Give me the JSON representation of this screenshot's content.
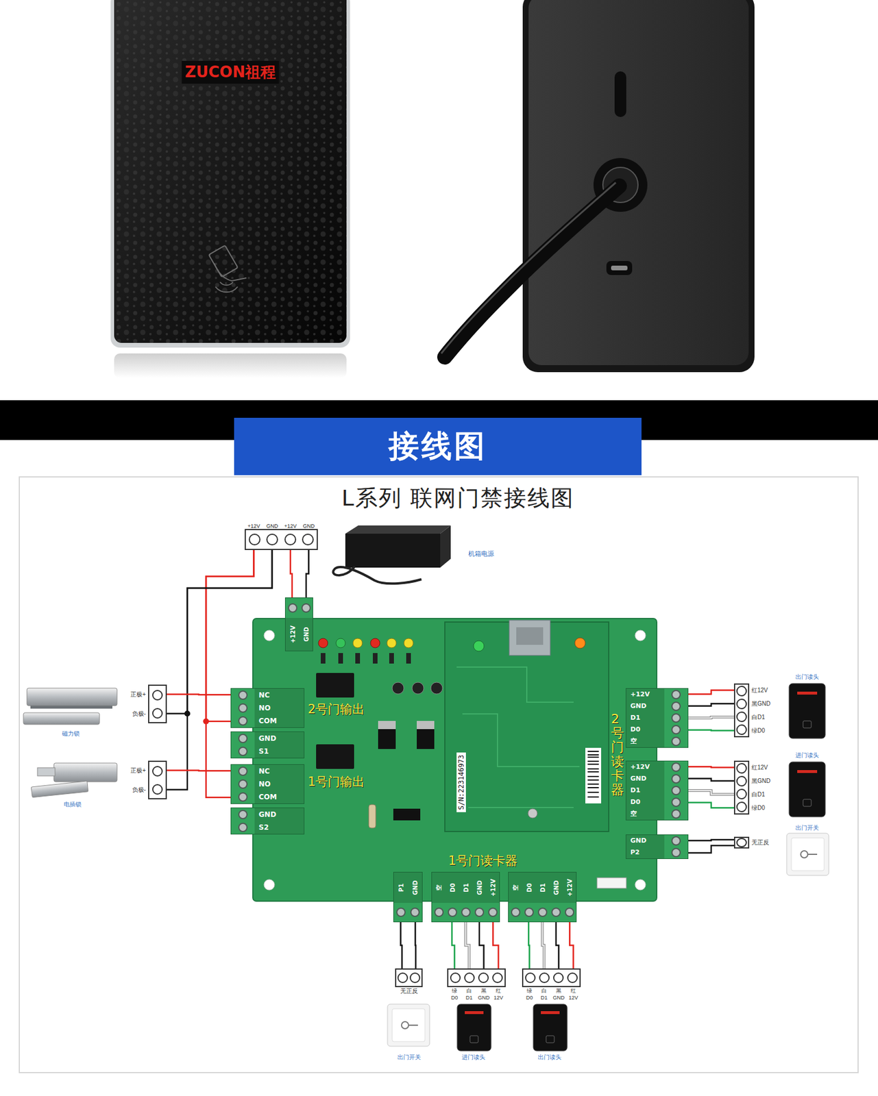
{
  "diagram": {
    "title": "L系列 联网门禁接线图",
    "nodes": [
      {
        "text": [
          "ZUCON祖程"
        ]
      },
      {
        "text": [
          "接线图"
        ]
      },
      {
        "text": [
          "+12V",
          "GND",
          "+12V",
          "GND"
        ]
      },
      {
        "text": [
          "机箱电源"
        ]
      },
      {
        "text": [
          "2号门输出",
          "1号门输出",
          "2号门读卡器",
          "1号门读卡器",
          "S/N:223146973"
        ]
      },
      {
        "text": [
          "+12V",
          "GND"
        ],
        "in": 4
      },
      {
        "text": [
          "NC",
          "NO",
          "COM"
        ],
        "in": 4
      },
      {
        "text": [
          "GND",
          "S1"
        ],
        "in": 4
      },
      {
        "text": [
          "NC",
          "NO",
          "COM"
        ],
        "in": 4
      },
      {
        "text": [
          "GND",
          "S2"
        ],
        "in": 4
      },
      {
        "text": [
          "+12V",
          "GND",
          "D1",
          "D0",
          "空"
        ],
        "in": 4
      },
      {
        "text": [
          "+12V",
          "GND",
          "D1",
          "D0",
          "空"
        ],
        "in": 4
      },
      {
        "text": [
          "GND",
          "P2"
        ],
        "in": 4
      },
      {
        "text": [
          "P1",
          "GND"
        ],
        "in": 4
      },
      {
        "text": [
          "空",
          "D0",
          "D1",
          "GND",
          "+12V"
        ],
        "in": 4
      },
      {
        "text": [
          "空",
          "D0",
          "D1",
          "GND",
          "+12V"
        ],
        "in": 4
      },
      {
        "text": [
          "正极+",
          "负极-"
        ]
      },
      {
        "text": [
          "磁力锁"
        ]
      },
      {
        "text": [
          "正极+",
          "负极-"
        ]
      },
      {
        "text": [
          "电插锁"
        ]
      },
      {
        "text": [
          "红12V",
          "黑GND",
          "白D1",
          "绿D0"
        ]
      },
      {
        "text": [
          "出门读头"
        ]
      },
      {
        "text": [
          "红12V",
          "黑GND",
          "白D1",
          "绿D0"
        ]
      },
      {
        "text": [
          "进门读头"
        ]
      },
      {
        "text": [
          "无正反"
        ]
      },
      {
        "text": [
          "出门开关"
        ]
      },
      {
        "text": [
          "无正反"
        ]
      },
      {
        "text": [
          "出门开关"
        ]
      },
      {
        "text": [
          "绿",
          "白",
          "黑",
          "红",
          "D0",
          "D1",
          "GND",
          "12V"
        ]
      },
      {
        "text": [
          "进门读头"
        ]
      },
      {
        "text": [
          "绿",
          "白",
          "黑",
          "红",
          "D0",
          "D1",
          "GND",
          "12V"
        ]
      },
      {
        "text": [
          "出门读头"
        ]
      }
    ],
    "edges": [
      {
        "from": 2,
        "to": 5,
        "arrow": "none"
      },
      {
        "from": 2,
        "to": 6,
        "arrow": "none"
      },
      {
        "from": 2,
        "to": 8,
        "arrow": "none"
      },
      {
        "from": 2,
        "to": 16,
        "arrow": "none"
      },
      {
        "from": 2,
        "to": 18,
        "arrow": "none"
      },
      {
        "from": 16,
        "to": 6,
        "arrow": "none"
      },
      {
        "from": 18,
        "to": 8,
        "arrow": "none"
      },
      {
        "from": 10,
        "to": 20,
        "arrow": "none"
      },
      {
        "from": 11,
        "to": 22,
        "arrow": "none"
      },
      {
        "from": 12,
        "to": 24,
        "arrow": "none"
      },
      {
        "from": 13,
        "to": 26,
        "arrow": "none"
      },
      {
        "from": 14,
        "to": 28,
        "arrow": "none"
      },
      {
        "from": 15,
        "to": 30,
        "arrow": "none"
      }
    ]
  }
}
